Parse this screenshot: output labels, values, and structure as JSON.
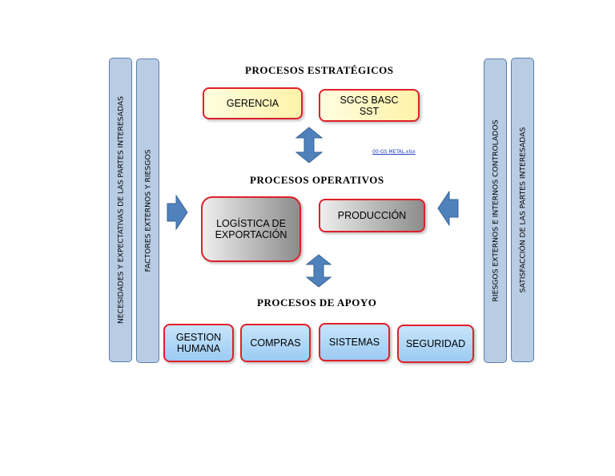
{
  "left_bars": {
    "outer": "NECESIDADES Y EXPECTATIVAS DE LAS PARTES INTERESADAS",
    "inner": "FACTORES EXTERNOS Y RIESGOS"
  },
  "right_bars": {
    "inner": "RIESGOS  EXTERNOS E INTERNOS CONTROLADOS",
    "outer": "SATISFACCIÓN DE LAS PARTES INTERESADAS"
  },
  "sections": {
    "strategic": {
      "title": "PROCESOS ESTRATÉGICOS",
      "boxes": [
        "GERENCIA",
        "SGCS BASC\nSST"
      ]
    },
    "operational": {
      "title": "PROCESOS OPERATIVOS",
      "boxes": [
        "LOGÍSTICA DE\nEXPORTACIÓN",
        "PRODUCCIÓN"
      ]
    },
    "support": {
      "title": "PROCESOS DE APOYO",
      "boxes": [
        "GESTION\nHUMANA",
        "COMPRAS",
        "SISTEMAS",
        "SEGURIDAD"
      ]
    }
  },
  "link": "00-GS METAL.xlsx",
  "colors": {
    "bar_fill": "#b8cce4",
    "box_border": "#e0202a",
    "arrow": "#4f81bd"
  },
  "icons": {
    "arrow_up_down": "double-vertical-arrow",
    "arrow_right": "right-arrow",
    "arrow_left": "left-arrow"
  }
}
